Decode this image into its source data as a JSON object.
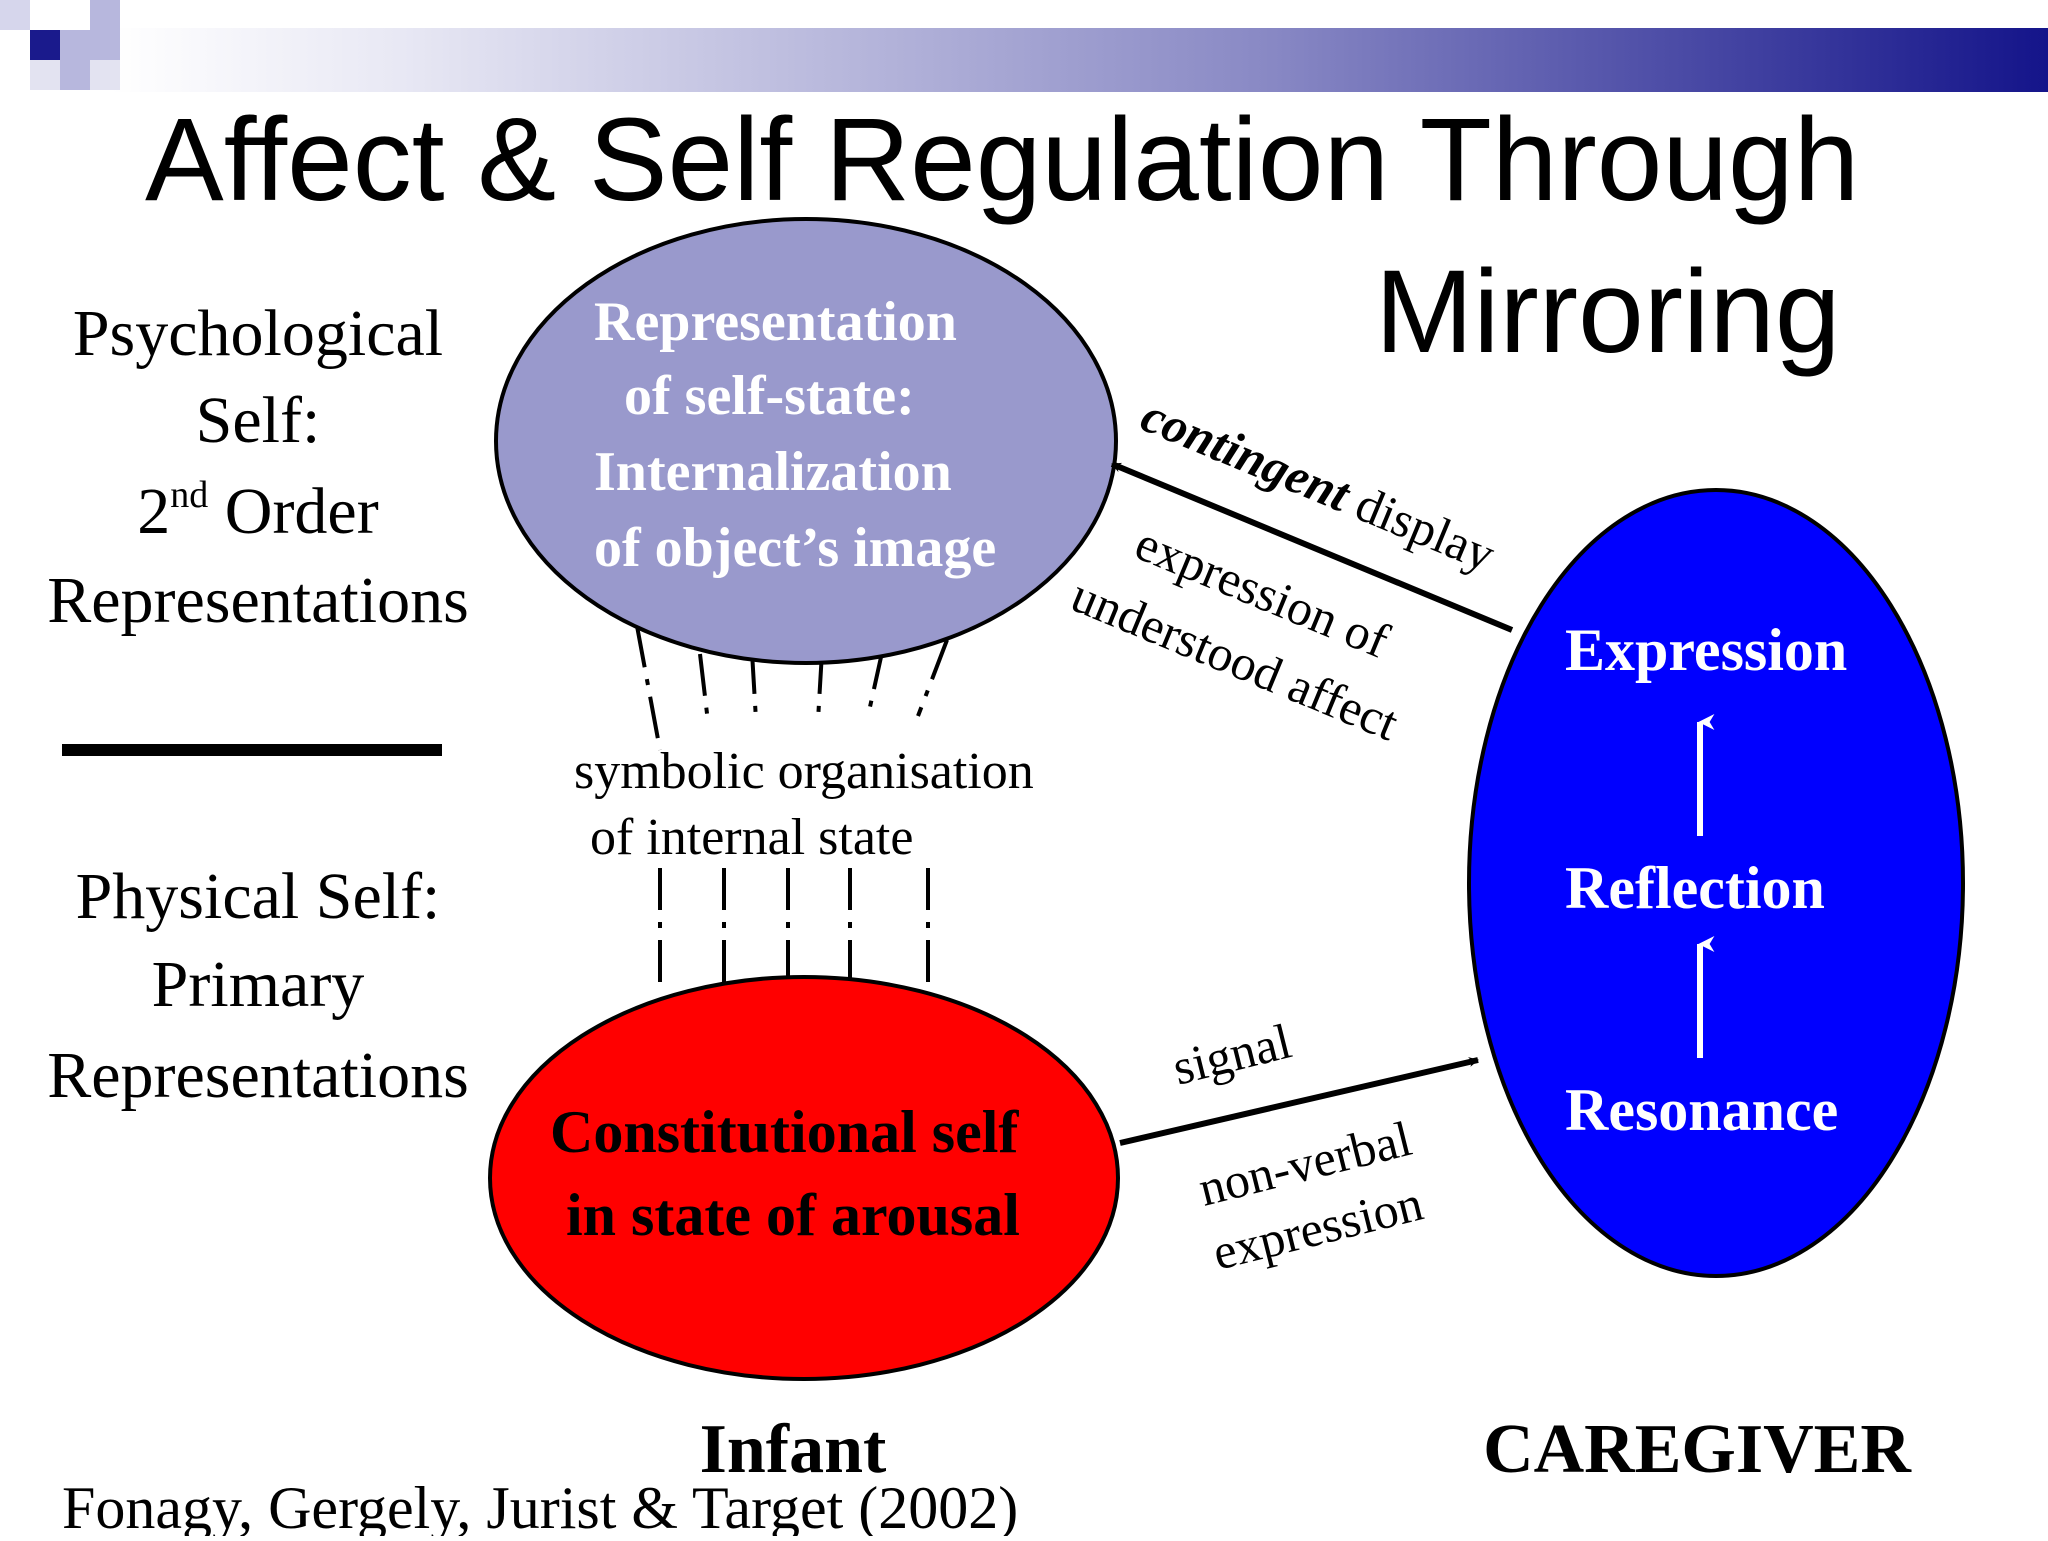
{
  "slide": {
    "title_line1": "Affect & Self Regulation Through",
    "title_line2": "Mirroring",
    "colors": {
      "top_band_start": "#ffffff",
      "top_band_end": "#1a1a8c",
      "accent_square_dark": "#1a1a8c",
      "accent_square_light": "#b7b7dd",
      "upper_ellipse_fill": "#9999cc",
      "lower_ellipse_fill": "#ff0000",
      "caregiver_ellipse_fill": "#0000ff",
      "ellipse_text": "#ffffff",
      "lower_ellipse_text": "#000000"
    }
  },
  "left_labels": {
    "psychological": {
      "line1": "Psychological",
      "line2": "Self:",
      "line3_num": "2",
      "line3_sup": "nd",
      "line3_rest": " Order",
      "line4": "Representations"
    },
    "physical": {
      "line1": "Physical Self:",
      "line2": "Primary",
      "line3": "Representations"
    }
  },
  "upper_ellipse": {
    "line1": "Representation",
    "line2": "of self-state:",
    "line3": "Internalization",
    "line4": "of object’s image"
  },
  "lower_ellipse": {
    "line1": "Constitutional self",
    "line2": "in state of arousal"
  },
  "caregiver_ellipse": {
    "expression": "Expression",
    "reflection": "Reflection",
    "resonance": "Resonance"
  },
  "middle_label": {
    "line1": "symbolic organisation",
    "line2": "of internal state"
  },
  "upper_arrow": {
    "contingent": "contingent",
    "display": " display",
    "line2": "expression of",
    "line3": "understood affect"
  },
  "lower_arrow": {
    "signal": "signal",
    "line2": "non-verbal",
    "line3": "expression"
  },
  "bottom": {
    "infant": "Infant",
    "caregiver": "CAREGIVER",
    "citation": "Fonagy, Gergely, Jurist & Target (2002)"
  }
}
